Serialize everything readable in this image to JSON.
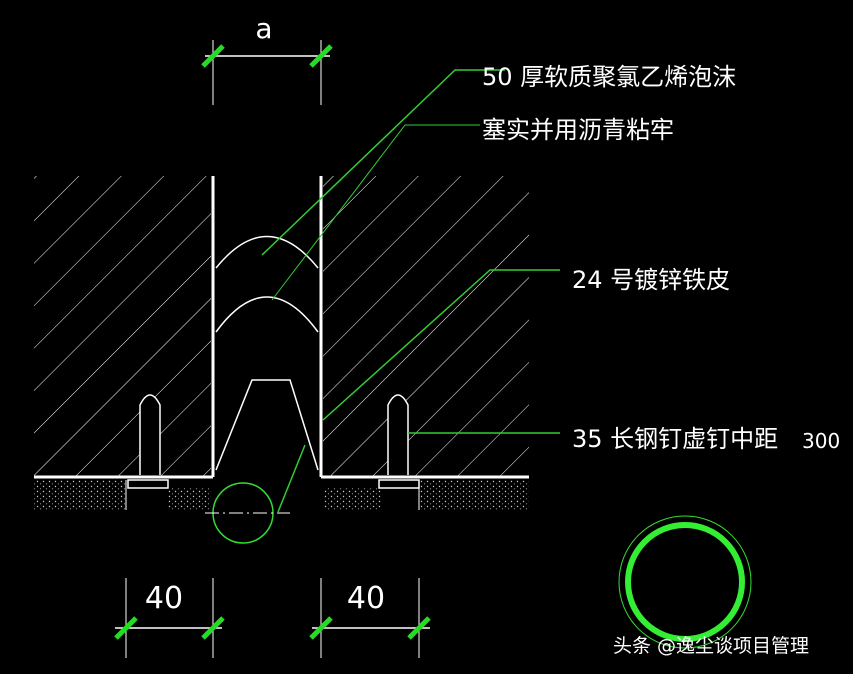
{
  "dimensions": {
    "gap_label": "a",
    "left_width": "40",
    "right_width": "40"
  },
  "labels": {
    "foam_line1": "50 厚软质聚氯乙烯泡沫",
    "foam_line2": "塞实并用沥青粘牢",
    "sheet": "24 号镀锌铁皮",
    "nail": "35 长钢钉虚钉中距",
    "spacing": "300"
  },
  "watermark": "头条 @逸尘谈项目管理",
  "colors": {
    "background": "#000000",
    "lines": "#ffffff",
    "leaders": "#33cc33",
    "ticks": "#22dd22",
    "circle": "#33ee33"
  }
}
